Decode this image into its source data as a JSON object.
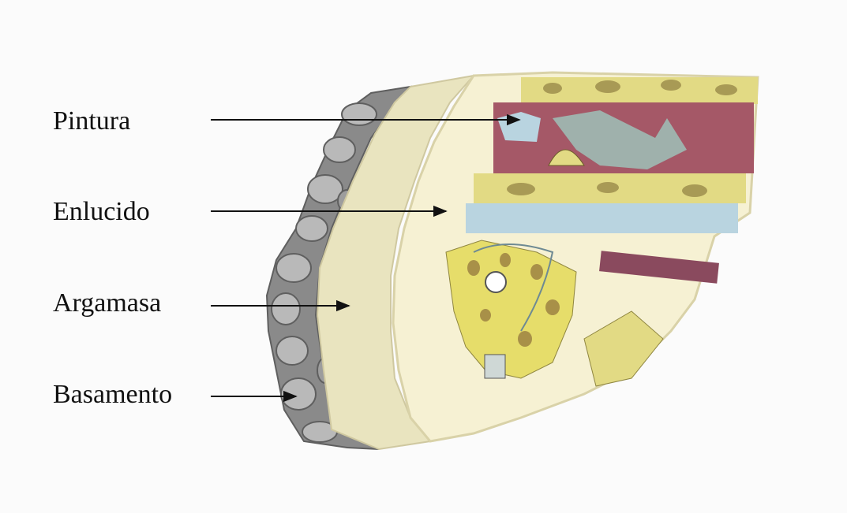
{
  "labels": {
    "pintura": "Pintura",
    "enlucido": "Enlucido",
    "argamasa": "Argamasa",
    "basamento": "Basamento"
  },
  "colors": {
    "background": "#fbfbfb",
    "stone_dark": "#7c7c7c",
    "stone_light": "#b9b9b9",
    "mortar": "#e9e4bf",
    "plaster": "#f6f1d3",
    "paint_yellow": "#e2da84",
    "paint_red": "#a55867",
    "paint_blue": "#b9d4e0",
    "paint_grey": "#9fb1ac",
    "arrow": "#111111"
  }
}
